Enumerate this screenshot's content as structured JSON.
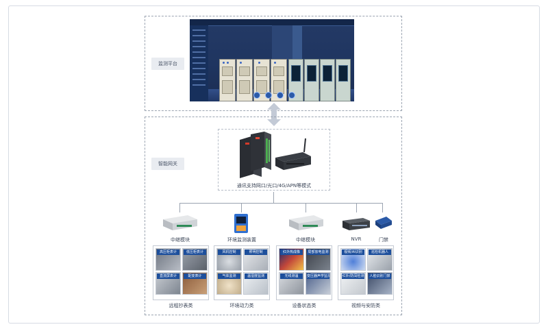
{
  "platform_label": "监测平台",
  "gateway_label": "智能网关",
  "gateway_caption": "通讯支持网口/光口/4G/APN等模式",
  "devices": [
    {
      "label": "中继模块"
    },
    {
      "label": "环境监测装置"
    },
    {
      "label": "中继模块"
    },
    {
      "label": "NVR"
    },
    {
      "label": "门禁"
    }
  ],
  "groups": [
    {
      "label": "远程抄表类",
      "cells": [
        "高压柜表计",
        "低压柜表计",
        "直流屏表计",
        "配变表计"
      ]
    },
    {
      "label": "环境动力类",
      "cells": [
        "风机控制",
        "照明控制",
        "气体监测",
        "温湿度监测"
      ]
    },
    {
      "label": "设备状态类",
      "cells": [
        "红外热成像",
        "局部放电监测",
        "无线测温",
        "变压器声学监测"
      ]
    },
    {
      "label": "视频与安防类",
      "cells": [
        "视频/AI识别",
        "巡检机器人",
        "红外/防闯检测",
        "人脸识别门禁"
      ]
    }
  ],
  "colors": {
    "label_blue": "#1d4f9c",
    "dash": "#9aa3b0",
    "tag_bg": "#e9ecf1"
  }
}
